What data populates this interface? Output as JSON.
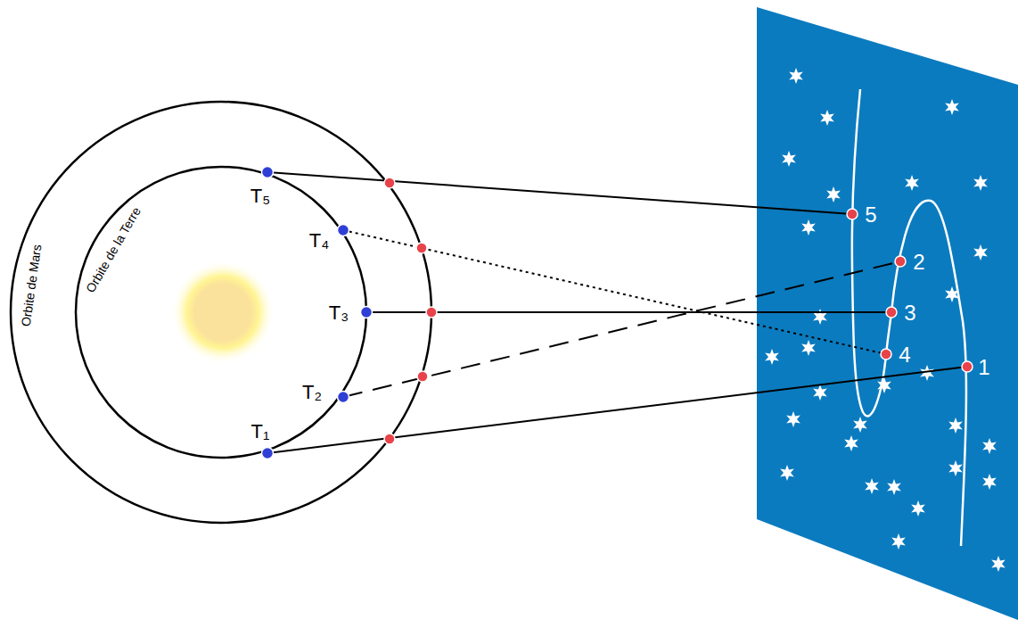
{
  "diagram": {
    "labels": [
      "Orbite de Mars",
      "Orbite de la Terre",
      "T₅",
      "T₄",
      "T₃",
      "T₂",
      "T₁",
      "5",
      "2",
      "3",
      "4",
      "1"
    ]
  }
}
